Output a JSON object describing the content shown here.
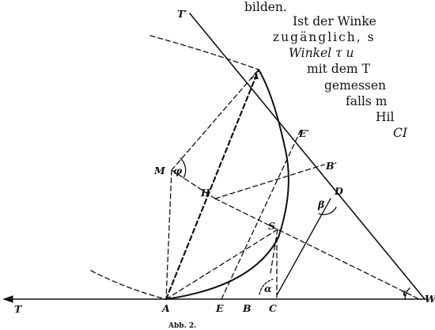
{
  "text_lines": [
    "bilden.",
    "Ist der Winke",
    "zugänglich, s",
    "Winkel  τ  u",
    "mit dem T",
    "gemessen",
    "falls m",
    "Hil",
    "CI"
  ],
  "figure": {
    "caption": "Abb. 2.",
    "labels": {
      "T_prime": "T′",
      "A_prime": "A′",
      "E_prime": "E′",
      "B_prime": "B′",
      "D": "D",
      "M": "M",
      "phi": "φ",
      "H": "H",
      "S": "S",
      "beta": "β",
      "alpha": "α",
      "tau": "τ",
      "T": "T",
      "A": "A",
      "E": "E",
      "B": "B",
      "C": "C",
      "W": "W"
    }
  }
}
